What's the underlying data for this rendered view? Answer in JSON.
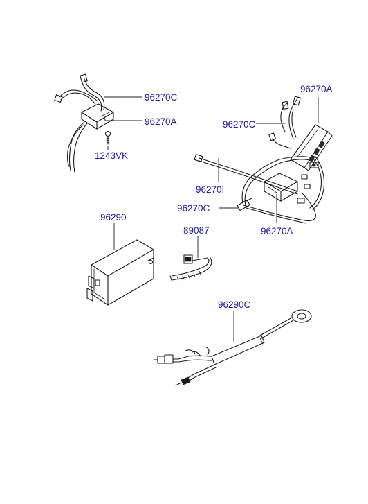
{
  "diagram": {
    "part_labels": [
      {
        "id": "p1",
        "text": "96270C"
      },
      {
        "id": "p2",
        "text": "96270A"
      },
      {
        "id": "p3",
        "text": "1243VK"
      },
      {
        "id": "p4",
        "text": "96270A"
      },
      {
        "id": "p5",
        "text": "96270C"
      },
      {
        "id": "p6",
        "text": "96270I"
      },
      {
        "id": "p7",
        "text": "96270C"
      },
      {
        "id": "p8",
        "text": "96270A"
      },
      {
        "id": "p9",
        "text": "96290"
      },
      {
        "id": "p10",
        "text": "89087"
      },
      {
        "id": "p11",
        "text": "96290C"
      }
    ],
    "colors": {
      "label": "#1a1aa6",
      "line": "#1a1a1a",
      "background": "#ffffff"
    }
  }
}
